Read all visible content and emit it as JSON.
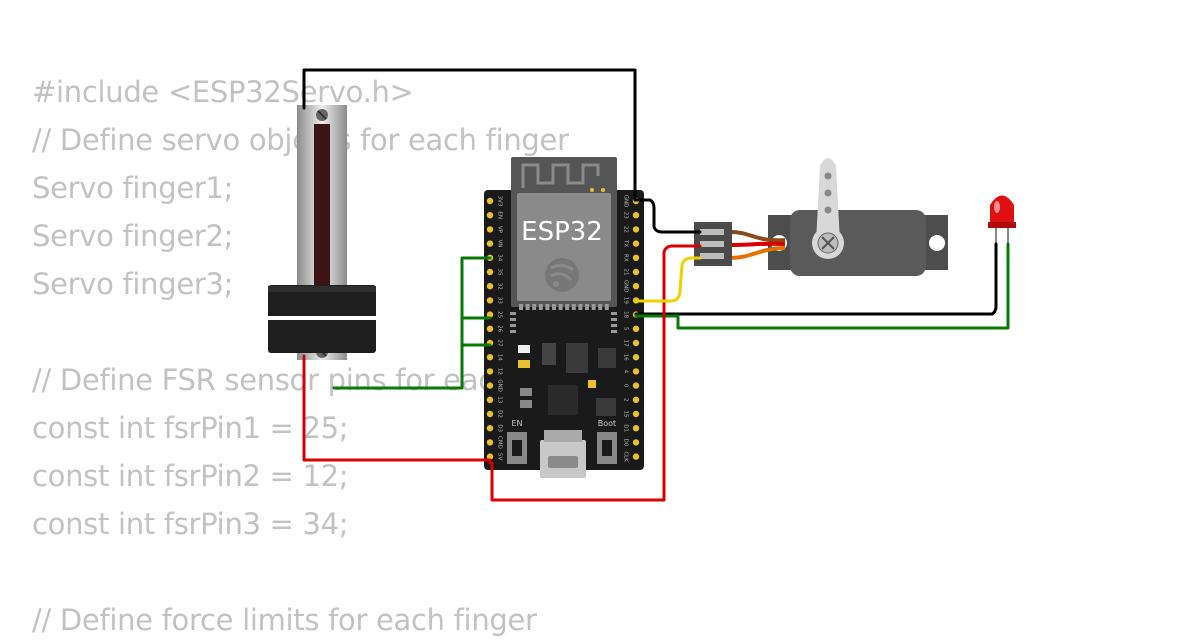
{
  "code_lines": [
    "#include <ESP32Servo.h>",
    "// Define servo objects for each finger",
    "Servo finger1;",
    "Servo finger2;",
    "Servo finger3;",
    "",
    "// Define FSR sensor pins for each",
    "const int fsrPin1 = 25;",
    "const int fsrPin2 = 12;",
    "const int fsrPin3 = 34;",
    "",
    "// Define force limits for each finger"
  ],
  "board": {
    "chip_label": "ESP32",
    "en_label": "EN",
    "boot_label": "Boot",
    "left_pins": [
      "3V3",
      "EN",
      "VP",
      "VN",
      "34",
      "35",
      "32",
      "33",
      "25",
      "26",
      "27",
      "14",
      "12",
      "GND",
      "13",
      "D2",
      "D3",
      "CMD",
      "5V"
    ],
    "right_pins": [
      "GND",
      "23",
      "22",
      "TX",
      "RX",
      "21",
      "GND",
      "19",
      "18",
      "5",
      "17",
      "16",
      "4",
      "0",
      "2",
      "15",
      "D1",
      "D0",
      "CLK"
    ]
  },
  "colors": {
    "wire_black": "#000000",
    "wire_red": "#d80000",
    "wire_green": "#077a07",
    "wire_yellow": "#f2d000",
    "servo_orange": "#e87000",
    "servo_brown": "#8a4a1c",
    "board": "#1a1a1a",
    "pin_gold": "#e8c030",
    "led_red": "#e01010"
  }
}
